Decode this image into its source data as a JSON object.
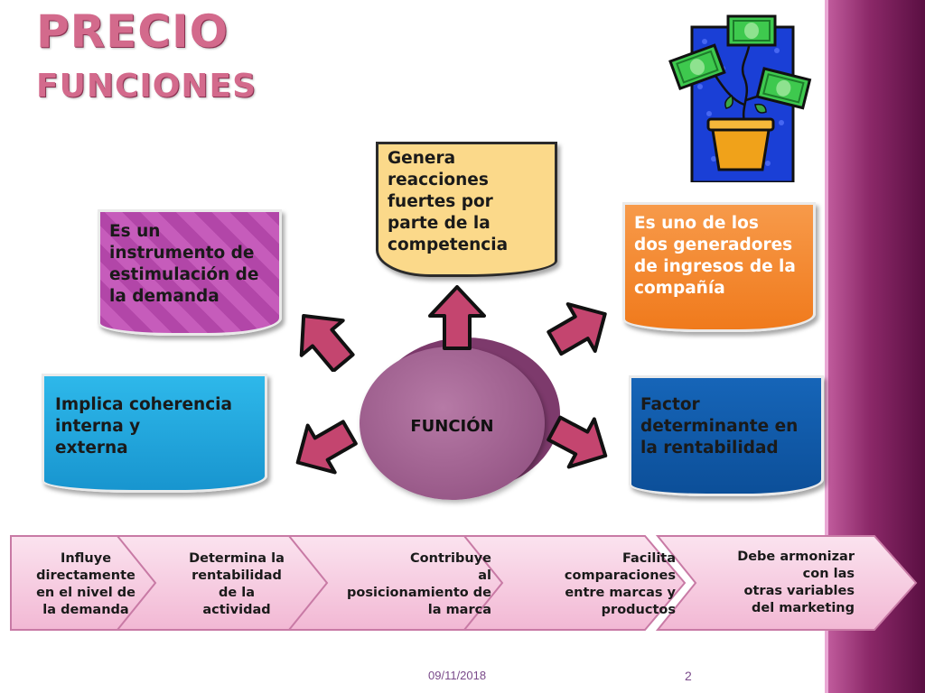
{
  "slide": {
    "title": "PRECIO",
    "subtitle": "FUNCIONES",
    "center_label": "FUNCIÓN",
    "boxes": {
      "competencia": "Genera\nreacciones\nfuertes por\nparte de la\ncompetencia",
      "estimulacion": "Es un\ninstrumento de\nestimulación de\nla demanda",
      "ingresos": "Es uno de los\ndos generadores\nde ingresos de la\ncompañía",
      "coherencia": "Implica coherencia\ninterna y\nexterna",
      "rentabilidad": "Factor\ndeterminante en\nla rentabilidad"
    },
    "chevrons": [
      "Influye\ndirectamente\nen el nivel de\nla demanda",
      "Determina la\nrentabilidad\nde la\nactividad",
      "Contribuye\nal\nposicionamiento de\nla marca",
      "Facilita\ncomparaciones\nentre marcas y\nproductos",
      "Debe armonizar\ncon las\notras variables\ndel marketing"
    ],
    "footer": {
      "date": "09/11/2018",
      "page": "2"
    }
  },
  "colors": {
    "title": "#d36a8c",
    "competencia": "#fbd98a",
    "estimulacion": "#b246a8",
    "ingresos": "#f07a1c",
    "coherencia": "#1895cf",
    "rentabilidad": "#0c4f99",
    "arrow": "#c4456f",
    "chevron": "#f6c8e0"
  },
  "illustration": "money-tree-icon"
}
